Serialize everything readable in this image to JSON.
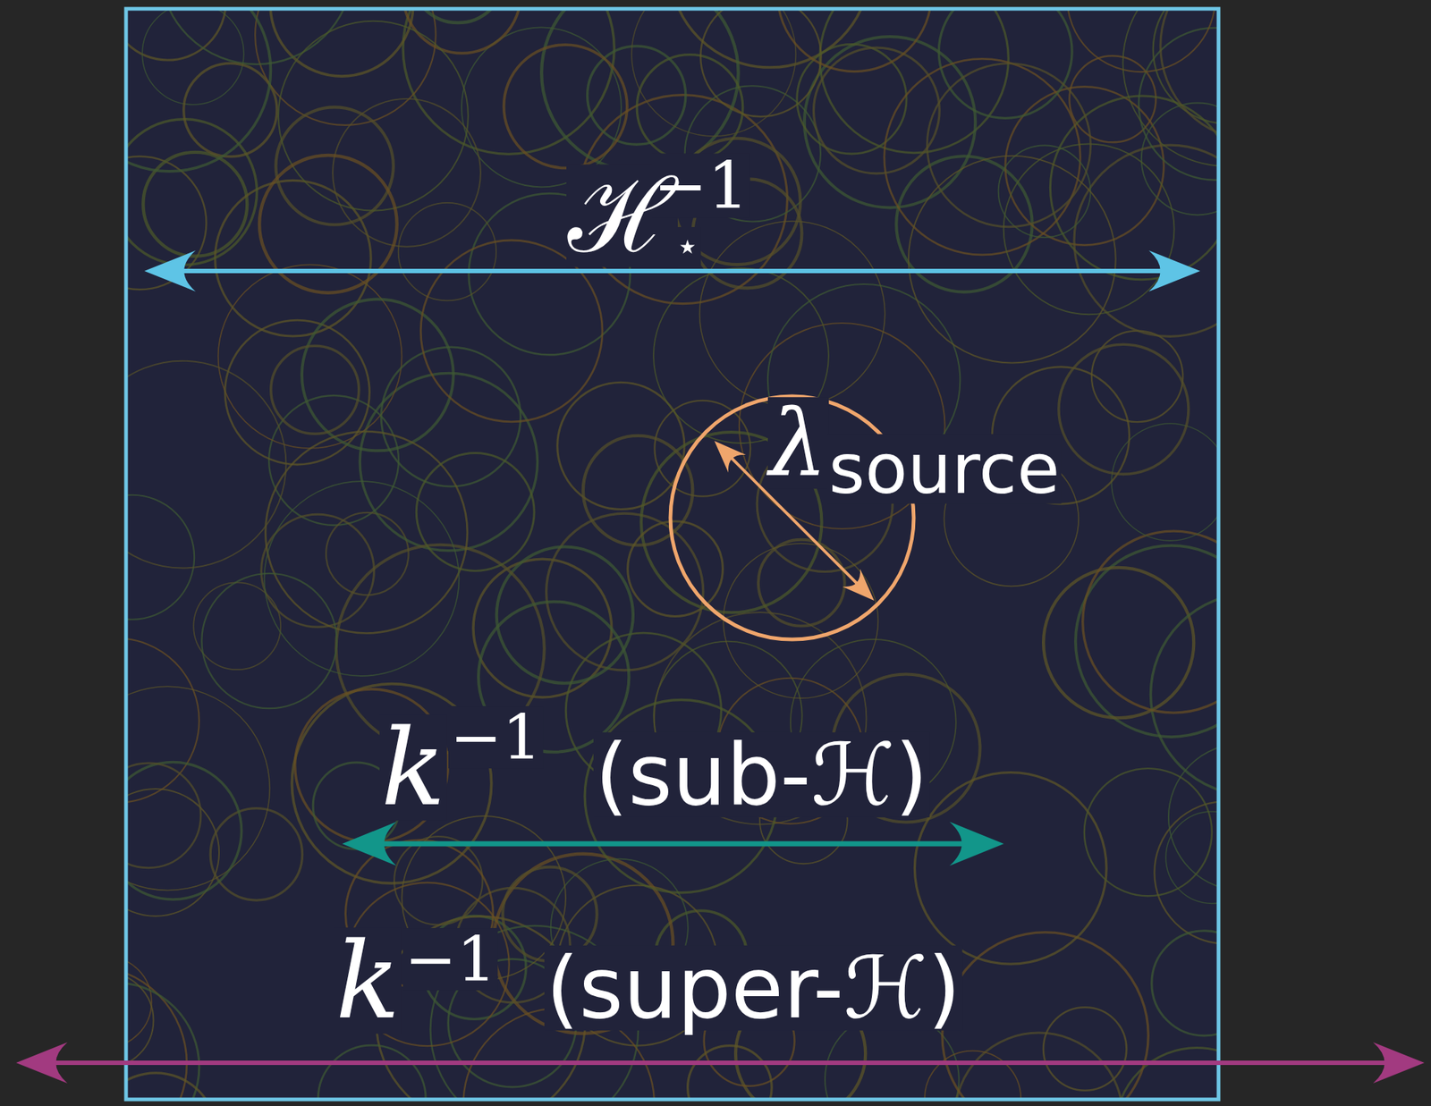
{
  "diagram": {
    "labels": [
      "ℋ",
      "−1",
      "⋆",
      "λ",
      "source",
      "k",
      "−1",
      "(sub-ℋ)",
      "k",
      "−1",
      "(super-ℋ)"
    ]
  }
}
